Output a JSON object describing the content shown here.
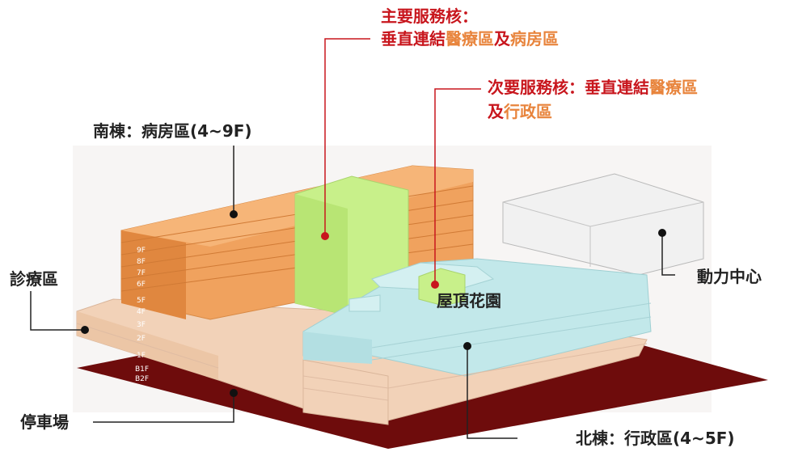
{
  "labels": {
    "primary_core_line1": "主要服務核：",
    "primary_core_line2_red": "垂直連結",
    "primary_core_line2_orange": "醫療區",
    "primary_core_line2_join": "及",
    "primary_core_line2_end": "病房區",
    "secondary_core_line1_red": "次要服務核：垂直連結",
    "secondary_core_line1_orange": "醫療區",
    "secondary_core_line2_red": "及",
    "secondary_core_line2_orange": "行政區",
    "south_building": "南棟：病房區(4~9F)",
    "clinic_area": "診療區",
    "rooftop_garden": "屋頂花園",
    "power_center": "動力中心",
    "parking": "停車場",
    "north_building": "北棟：行政區(4~5F)"
  },
  "floors": [
    "9F",
    "8F",
    "7F",
    "6F",
    "5F",
    "4F",
    "3F",
    "2F",
    "1F",
    "B1F",
    "B2F"
  ],
  "colors": {
    "ward": "#f0a25e",
    "ward_dark": "#e0873f",
    "core_green": "#c8f08a",
    "admin_blue": "#c2e8ea",
    "clinic_beige": "#f2d2b8",
    "basement": "#6e0c0c",
    "power_gray": "#f1f1f1",
    "accent_red": "#c8161d",
    "accent_orange": "#e8843c"
  }
}
